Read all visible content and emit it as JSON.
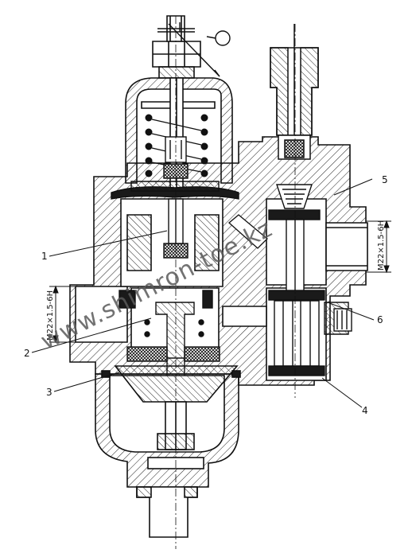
{
  "labels": {
    "l1": "1",
    "l2": "2",
    "l3": "3",
    "l4": "4",
    "l5": "5",
    "l6": "6"
  },
  "dimensions": {
    "left_thread": "M22×1.5-6H",
    "right_thread": "M22×1.5-6H"
  },
  "watermark": "www.shimron-toe.kz",
  "colors": {
    "line": "#111111",
    "hatch": "#222222",
    "dark": "#1a1a1a",
    "background": "#ffffff"
  }
}
